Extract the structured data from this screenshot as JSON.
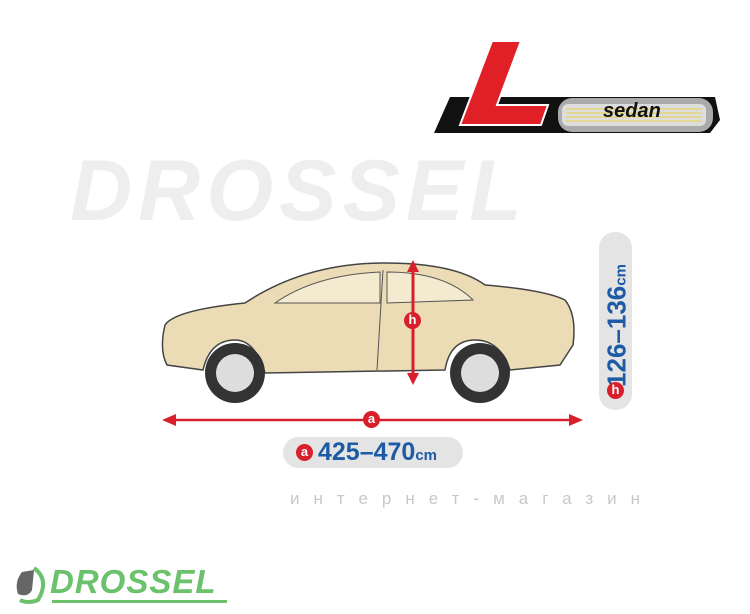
{
  "logo": {
    "size_letter": "L",
    "body_type": "sedan"
  },
  "watermark": {
    "brand": "DROSSEL",
    "subtitle": "интернет-магазин"
  },
  "dimensions": {
    "height": {
      "marker": "h",
      "value": "126–136",
      "unit": "cm"
    },
    "length": {
      "marker": "a",
      "value": "425–470",
      "unit": "cm"
    }
  },
  "footer": {
    "brand": "DROSSEL",
    "brand_mark": "d"
  },
  "colors": {
    "accent": "#d8202c",
    "value_text": "#1d5ba6",
    "brand_green": "#6cc16d"
  }
}
